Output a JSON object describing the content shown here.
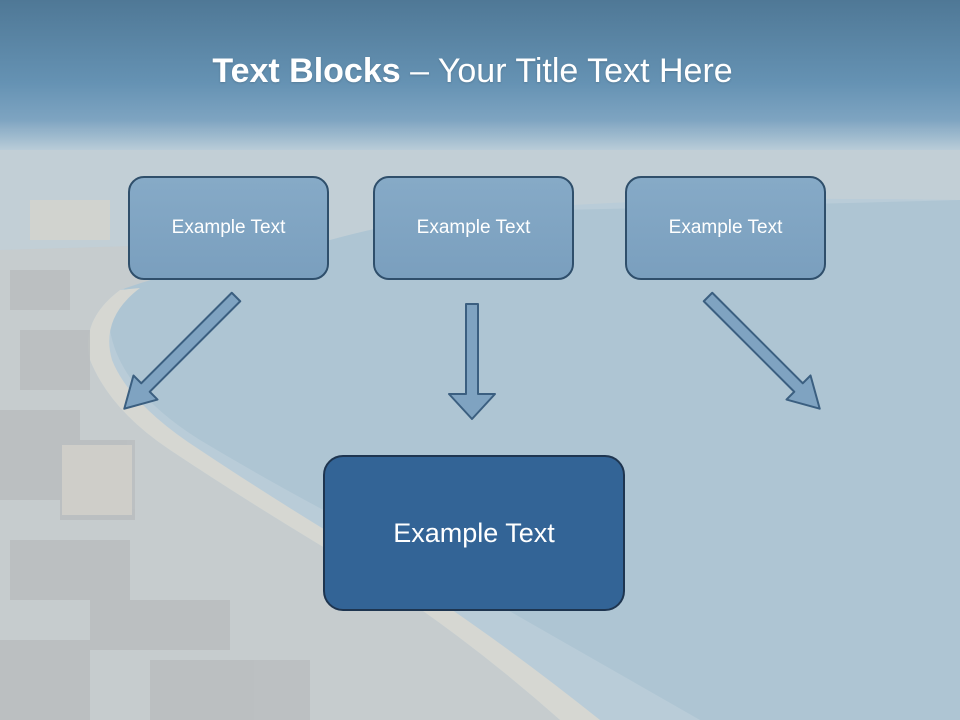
{
  "slide": {
    "title_bold": "Text Blocks",
    "title_separator": " – ",
    "title_rest": "Your Title Text Here",
    "blocks": [
      {
        "label": "Example Text"
      },
      {
        "label": "Example Text"
      },
      {
        "label": "Example Text"
      }
    ],
    "target_block": {
      "label": "Example Text"
    }
  },
  "colors": {
    "title_bar": "#5f8cae",
    "small_block_fill": "#7fa3c1",
    "small_block_border": "#2f4f6b",
    "target_block_fill": "#336496",
    "arrow_fill": "#7fa3c1",
    "arrow_stroke": "#3b5f80"
  },
  "icons": {
    "background": "coastal-city-photo",
    "arrow": "block-arrow-icon"
  }
}
